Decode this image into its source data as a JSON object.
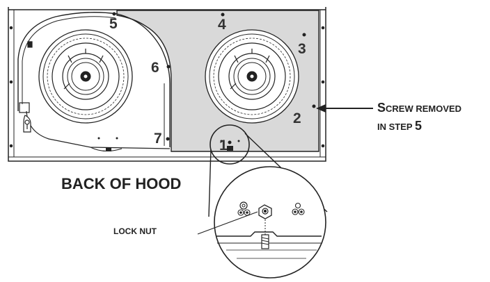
{
  "figure": {
    "screw_numbers": [
      "1",
      "2",
      "3",
      "4",
      "5",
      "6",
      "7"
    ],
    "callout_screw_line1_big": "S",
    "callout_screw_line1_rest": "CREW REMOVED",
    "callout_screw_line2_rest": "IN STEP ",
    "callout_screw_line2_big": "5",
    "label_back": "BACK OF HOOD",
    "label_lock_nut": "LOCK NUT",
    "colors": {
      "panel_fill": "#d9d9d9",
      "line": "#222222",
      "background": "#ffffff"
    },
    "icons": [
      "blower-wheel-icon",
      "screw-icon",
      "lock-nut-icon"
    ]
  }
}
